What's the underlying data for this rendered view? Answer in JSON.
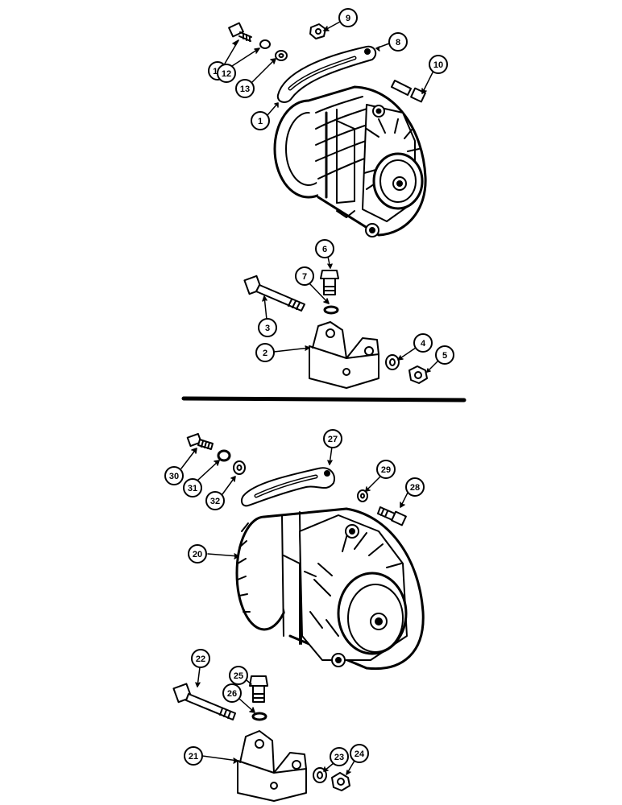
{
  "callouts": {
    "c1": "1",
    "c2": "2",
    "c3": "3",
    "c4": "4",
    "c5": "5",
    "c6": "6",
    "c7": "7",
    "c8": "8",
    "c9": "9",
    "c10": "10",
    "c11": "11",
    "c12": "12",
    "c13": "13",
    "c20": "20",
    "c21": "21",
    "c22": "22",
    "c23": "23",
    "c24": "24",
    "c25": "25",
    "c26": "26",
    "c27": "27",
    "c28": "28",
    "c29": "29",
    "c30": "30",
    "c31": "31",
    "c32": "32"
  },
  "icons": {
    "alternator": "alternator-icon",
    "bracket": "mounting-bracket-icon",
    "adjusting_strap": "adjusting-strap-icon",
    "bolt": "bolt-icon",
    "nut": "nut-icon",
    "washer": "washer-icon"
  },
  "colors": {
    "ink": "#000000",
    "paper": "#ffffff"
  }
}
